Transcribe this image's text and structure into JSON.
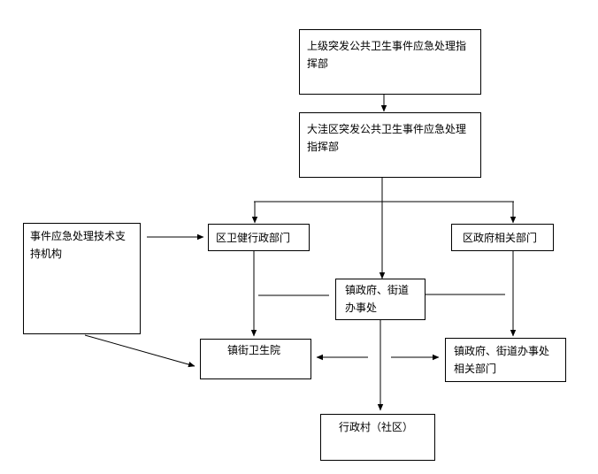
{
  "nodes": {
    "superior_command": "上级突发公共卫生事件应急处理指挥部",
    "district_command": "大洼区突发公共卫生事件应急处理指挥部",
    "tech_support": "事件应急处理技术支持机构",
    "health_dept": "区卫健行政部门",
    "gov_depts": "区政府相关部门",
    "town_office": "镇政府、街道办事处",
    "town_hospital": "镇街卫生院",
    "town_depts": "镇政府、街道办事处相关部门",
    "village": "行政村（社区）"
  },
  "edges": [
    {
      "from": "superior_command",
      "to": "district_command"
    },
    {
      "from": "district_command",
      "to": "health_dept"
    },
    {
      "from": "district_command",
      "to": "gov_depts"
    },
    {
      "from": "district_command",
      "to": "town_office"
    },
    {
      "from": "tech_support",
      "to": "health_dept"
    },
    {
      "from": "tech_support",
      "to": "town_hospital"
    },
    {
      "from": "health_dept",
      "to": "town_hospital"
    },
    {
      "from": "gov_depts",
      "to": "town_depts"
    },
    {
      "from": "town_office",
      "to": "town_hospital"
    },
    {
      "from": "town_office",
      "to": "town_depts"
    },
    {
      "from": "town_office",
      "to": "village"
    }
  ]
}
